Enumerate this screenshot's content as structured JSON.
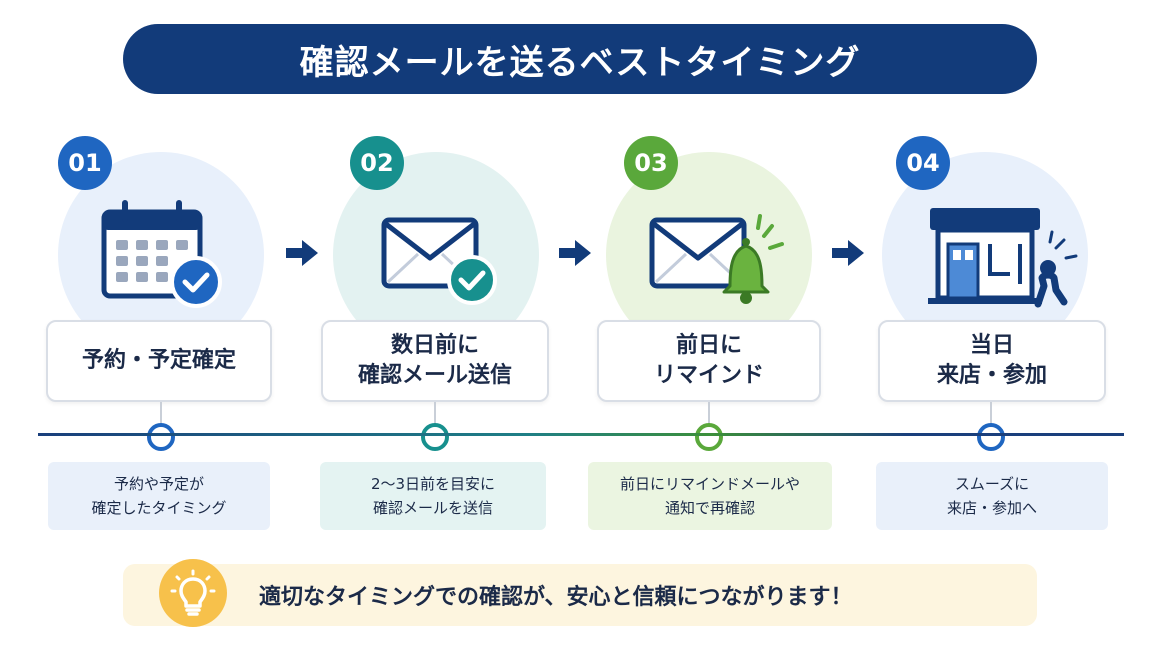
{
  "title": "確認メールを送るベストタイミング",
  "colors": {
    "navy": "#123b7a",
    "blue": "#1f66c1",
    "teal": "#17908e",
    "green": "#5aa83b",
    "bulb": "#f7c14b"
  },
  "steps": [
    {
      "number": "01",
      "icon": "calendar-check-icon",
      "label_line1": "予約・予定確定",
      "label_line2": "",
      "desc_line1": "予約や予定が",
      "desc_line2": "確定したタイミング"
    },
    {
      "number": "02",
      "icon": "mail-check-icon",
      "label_line1": "数日前に",
      "label_line2": "確認メール送信",
      "desc_line1": "2〜3日前を目安に",
      "desc_line2": "確認メールを送信"
    },
    {
      "number": "03",
      "icon": "mail-bell-icon",
      "label_line1": "前日に",
      "label_line2": "リマインド",
      "desc_line1": "前日にリマインドメールや",
      "desc_line2": "通知で再確認"
    },
    {
      "number": "04",
      "icon": "store-person-icon",
      "label_line1": "当日",
      "label_line2": "来店・参加",
      "desc_line1": "スムーズに",
      "desc_line2": "来店・参加へ"
    }
  ],
  "banner": {
    "icon": "lightbulb-icon",
    "text": "適切なタイミングでの確認が、安心と信頼につながります！"
  }
}
